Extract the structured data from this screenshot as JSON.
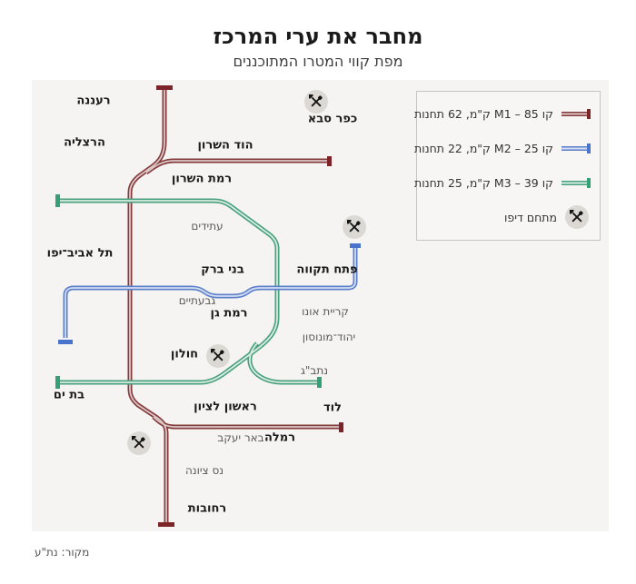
{
  "title": "מחבר את ערי המרכז",
  "subtitle": "מפת קווי המטרו המתוכננים",
  "source": "מקור: נת\"ע",
  "colors": {
    "m1": "#84393a",
    "m1_fill": "#dcc7c7",
    "m1_cap": "#7d2429",
    "m2": "#5b7fc9",
    "m2_fill": "#d3ddf3",
    "m2_cap": "#4a74cc",
    "m3": "#48a07e",
    "m3_fill": "#d9ece1",
    "m3_cap": "#33a075",
    "map_bg": "#f5f4f2",
    "legend_bg": "#f7f6f4",
    "depot_bg": "#dcd9d5"
  },
  "legend": {
    "items": [
      {
        "id": "m1",
        "label": "קו M1 – 85 ק\"מ, 62 תחנות"
      },
      {
        "id": "m2",
        "label": "קו M2 – 25 ק\"מ, 22 תחנות"
      },
      {
        "id": "m3",
        "label": "קו M3 – 39 ק\"מ, 25 תחנות"
      },
      {
        "id": "depot",
        "label": "מתחם דיפו",
        "icon": "wrench-screwdriver-icon"
      }
    ]
  },
  "map": {
    "lines": [
      {
        "id": "M1",
        "length_km": 85,
        "stations": 62
      },
      {
        "id": "M2",
        "length_km": 25,
        "stations": 22
      },
      {
        "id": "M3",
        "length_km": 39,
        "stations": 25
      }
    ],
    "labels": {
      "raanana": "רעננה",
      "herzliya": "הרצליה",
      "kfar_saba": "כפר סבא",
      "hod_hasharon": "הוד השרון",
      "ramat_hasharon": "רמת השרון",
      "tel_aviv": "תל אביב־יפו",
      "bnei_brak": "בני ברק",
      "petah_tikva": "פתח תקווה",
      "ramat_gan": "רמת גן",
      "holon": "חולון",
      "bat_yam": "בת ים",
      "rishon": "ראשון לציון",
      "lod": "לוד",
      "ramla": "רמלה",
      "rehovot": "רחובות",
      "atidim": "עתידים",
      "givatayim": "גבעתיים",
      "kiryat_ono": "קריית אונו",
      "yehud": "יהוד־מונוסון",
      "natbag": "נתב\"ג",
      "beer_yaakov": "באר יעקב",
      "nes_ziona": "נס ציונה"
    }
  }
}
